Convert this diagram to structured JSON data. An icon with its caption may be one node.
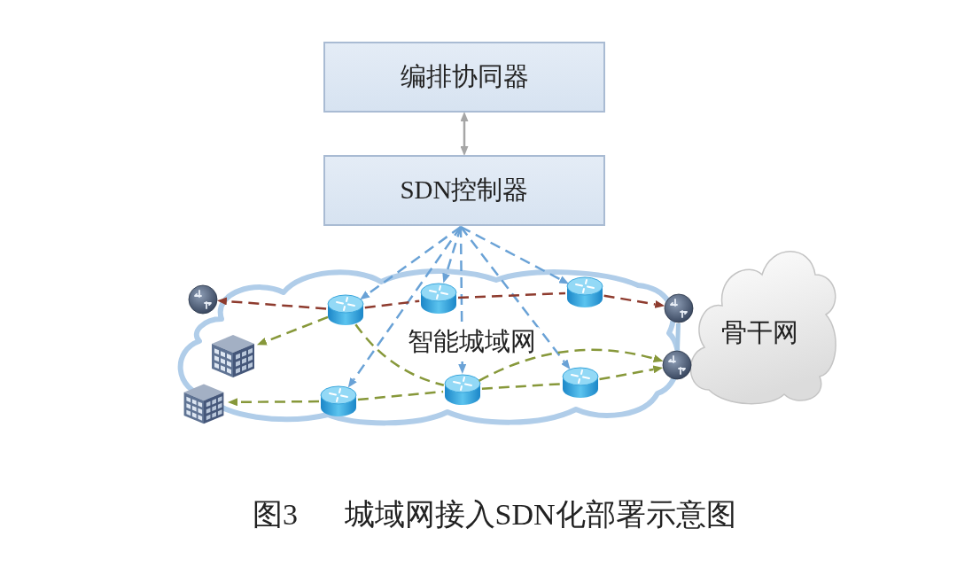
{
  "diagram": {
    "caption": "图3 城域网接入SDN化部署示意图",
    "nodes": [
      {
        "text": [
          "编排协同器"
        ]
      },
      {
        "text": [
          "SDN控制器"
        ]
      },
      {
        "text": [
          "智能城域网"
        ]
      },
      {
        "text": [
          "骨干网"
        ]
      },
      {
        "text": [],
        "shape": "cylinder",
        "in": 2
      },
      {
        "text": [],
        "shape": "cylinder",
        "in": 2
      },
      {
        "text": [],
        "shape": "cylinder",
        "in": 2
      },
      {
        "text": [],
        "shape": "cylinder",
        "in": 2
      },
      {
        "text": [],
        "shape": "cylinder",
        "in": 2
      },
      {
        "text": [],
        "shape": "cylinder",
        "in": 2
      },
      {
        "text": [],
        "shape": "circle"
      },
      {
        "text": [],
        "shape": "picture",
        "in": 2
      },
      {
        "text": [],
        "shape": "picture"
      },
      {
        "text": [],
        "shape": "circle"
      },
      {
        "text": [],
        "shape": "circle"
      }
    ],
    "edges": [
      {
        "from": 0,
        "to": 1,
        "arrow": "both",
        "color": "#a6a6a6"
      },
      {
        "from": 1,
        "to": 4,
        "arrow": "to",
        "style": "dashed",
        "color": "#6aa2d6"
      },
      {
        "from": 1,
        "to": 5,
        "arrow": "to",
        "style": "dashed",
        "color": "#6aa2d6"
      },
      {
        "from": 1,
        "to": 6,
        "arrow": "to",
        "style": "dashed",
        "color": "#6aa2d6"
      },
      {
        "from": 1,
        "to": 7,
        "arrow": "to",
        "style": "dashed",
        "color": "#6aa2d6"
      },
      {
        "from": 1,
        "to": 8,
        "arrow": "to",
        "style": "dashed",
        "color": "#6aa2d6"
      },
      {
        "from": 1,
        "to": 9,
        "arrow": "to",
        "style": "dashed",
        "color": "#6aa2d6"
      },
      {
        "from": 4,
        "to": 10,
        "arrow": "to",
        "style": "dashed",
        "color": "#8e3b2e"
      },
      {
        "from": 4,
        "to": 5,
        "arrow": "none",
        "style": "dashed",
        "color": "#8e3b2e"
      },
      {
        "from": 5,
        "to": 6,
        "arrow": "none",
        "style": "dashed",
        "color": "#8e3b2e"
      },
      {
        "from": 6,
        "to": 13,
        "arrow": "to",
        "style": "dashed",
        "color": "#8e3b2e"
      },
      {
        "from": 4,
        "to": 11,
        "arrow": "to",
        "style": "dashed",
        "color": "#87983a"
      },
      {
        "from": 4,
        "to": 8,
        "arrow": "none",
        "style": "dashed",
        "color": "#87983a"
      },
      {
        "from": 8,
        "to": 14,
        "arrow": "to",
        "style": "dashed",
        "color": "#87983a"
      },
      {
        "from": 7,
        "to": 12,
        "arrow": "to",
        "style": "dashed",
        "color": "#87983a"
      },
      {
        "from": 7,
        "to": 8,
        "arrow": "none",
        "style": "dashed",
        "color": "#87983a"
      },
      {
        "from": 8,
        "to": 9,
        "arrow": "none",
        "style": "dashed",
        "color": "#87983a"
      },
      {
        "from": 9,
        "to": 14,
        "arrow": "to",
        "style": "dashed",
        "color": "#87983a"
      },
      {
        "from": 13,
        "to": 14,
        "arrow": "none",
        "style": "thick",
        "color": "#a9c8e4"
      }
    ]
  }
}
